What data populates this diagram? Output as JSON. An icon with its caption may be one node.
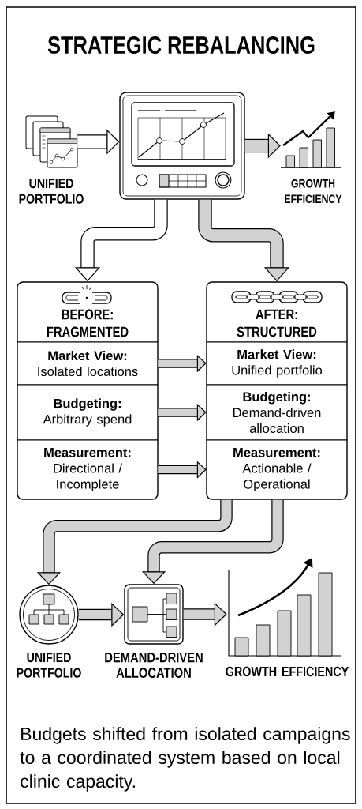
{
  "diagram": {
    "title": "STRATEGIC REBALANCING",
    "caption": "Budgets shifted from isolated campaigns to a coordinated system based on local clinic capacity.",
    "nodes": [
      {
        "text": [],
        "shape": "picture",
        "beside": [
          "UNIFIED PORTFOLIO"
        ]
      },
      {
        "text": [],
        "shape": "picture"
      },
      {
        "text": [],
        "shape": "picture",
        "beside": [
          "GROWTH EFFICIENCY"
        ]
      },
      {
        "text": [
          "BEFORE: FRAGMENTED"
        ]
      },
      {
        "text": [
          "Market View:",
          "Isolated locations"
        ],
        "in": 3
      },
      {
        "text": [
          "Budgeting:",
          "Arbitrary spend"
        ],
        "in": 3
      },
      {
        "text": [
          "Measurement:",
          "Directional / Incomplete"
        ],
        "in": 3
      },
      {
        "text": [
          "AFTER: STRUCTURED"
        ]
      },
      {
        "text": [
          "Market View:",
          "Unified portfolio"
        ],
        "in": 7
      },
      {
        "text": [
          "Budgeting:",
          "Demand-driven allocation"
        ],
        "in": 7
      },
      {
        "text": [
          "Measurement:",
          "Actionable / Operational"
        ],
        "in": 7
      },
      {
        "text": [],
        "shape": "circle",
        "beside": [
          "UNIFIED PORTFOLIO"
        ]
      },
      {
        "text": [],
        "shape": "box",
        "beside": [
          "DEMAND-DRIVEN ALLOCATION"
        ]
      },
      {
        "text": [],
        "shape": "picture",
        "beside": [
          "GROWTH EFFICIENCY"
        ]
      }
    ],
    "edges": [
      {
        "from": 0,
        "to": 1,
        "arrow": "to"
      },
      {
        "from": 1,
        "to": 2,
        "arrow": "to"
      },
      {
        "from": 1,
        "to": 3,
        "arrow": "to"
      },
      {
        "from": 1,
        "to": 7,
        "arrow": "to"
      },
      {
        "from": 4,
        "to": 8,
        "arrow": "to"
      },
      {
        "from": 5,
        "to": 9,
        "arrow": "to"
      },
      {
        "from": 6,
        "to": 10,
        "arrow": "to"
      },
      {
        "from": 7,
        "to": 11,
        "arrow": "to"
      },
      {
        "from": 7,
        "to": 12,
        "arrow": "to"
      },
      {
        "from": 11,
        "to": 12,
        "arrow": "to"
      },
      {
        "from": 12,
        "to": 13,
        "arrow": "to"
      }
    ]
  }
}
